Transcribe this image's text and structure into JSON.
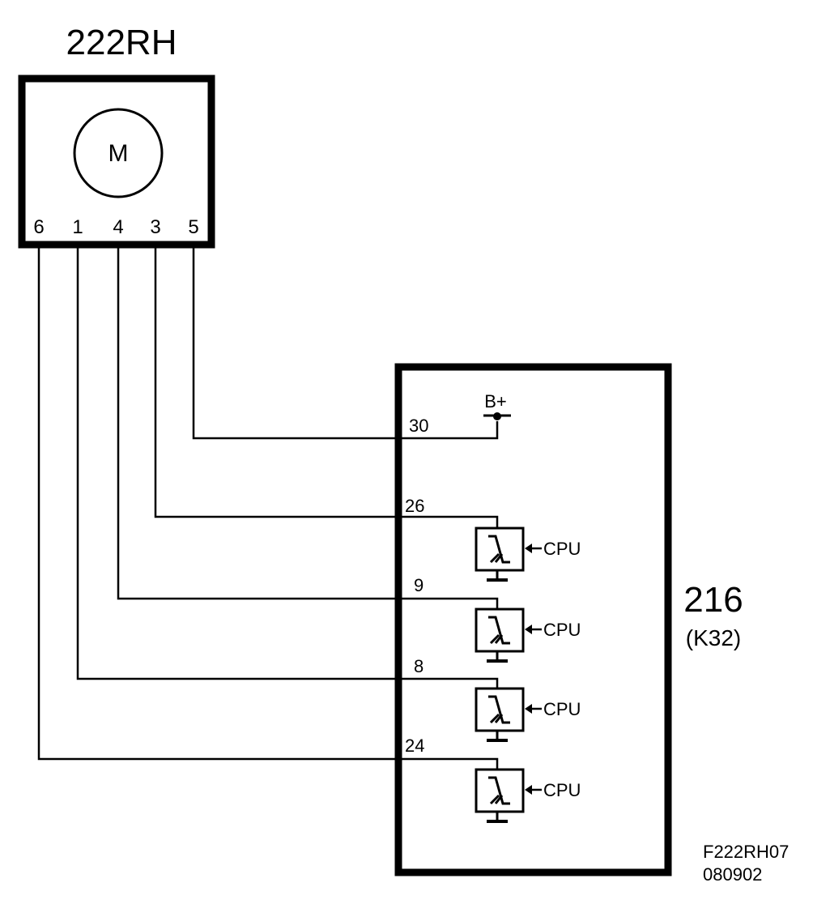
{
  "motor": {
    "title": "222RH",
    "symbol": "M",
    "pins": [
      "6",
      "1",
      "4",
      "3",
      "5"
    ]
  },
  "module": {
    "id": "216",
    "sub": "(K32)",
    "supply": "B+",
    "terminals": [
      "30",
      "26",
      "9",
      "8",
      "24"
    ],
    "drivers": [
      {
        "label": "CPU"
      },
      {
        "label": "CPU"
      },
      {
        "label": "CPU"
      },
      {
        "label": "CPU"
      }
    ]
  },
  "footer": {
    "code": "F222RH07",
    "date": "080902"
  }
}
